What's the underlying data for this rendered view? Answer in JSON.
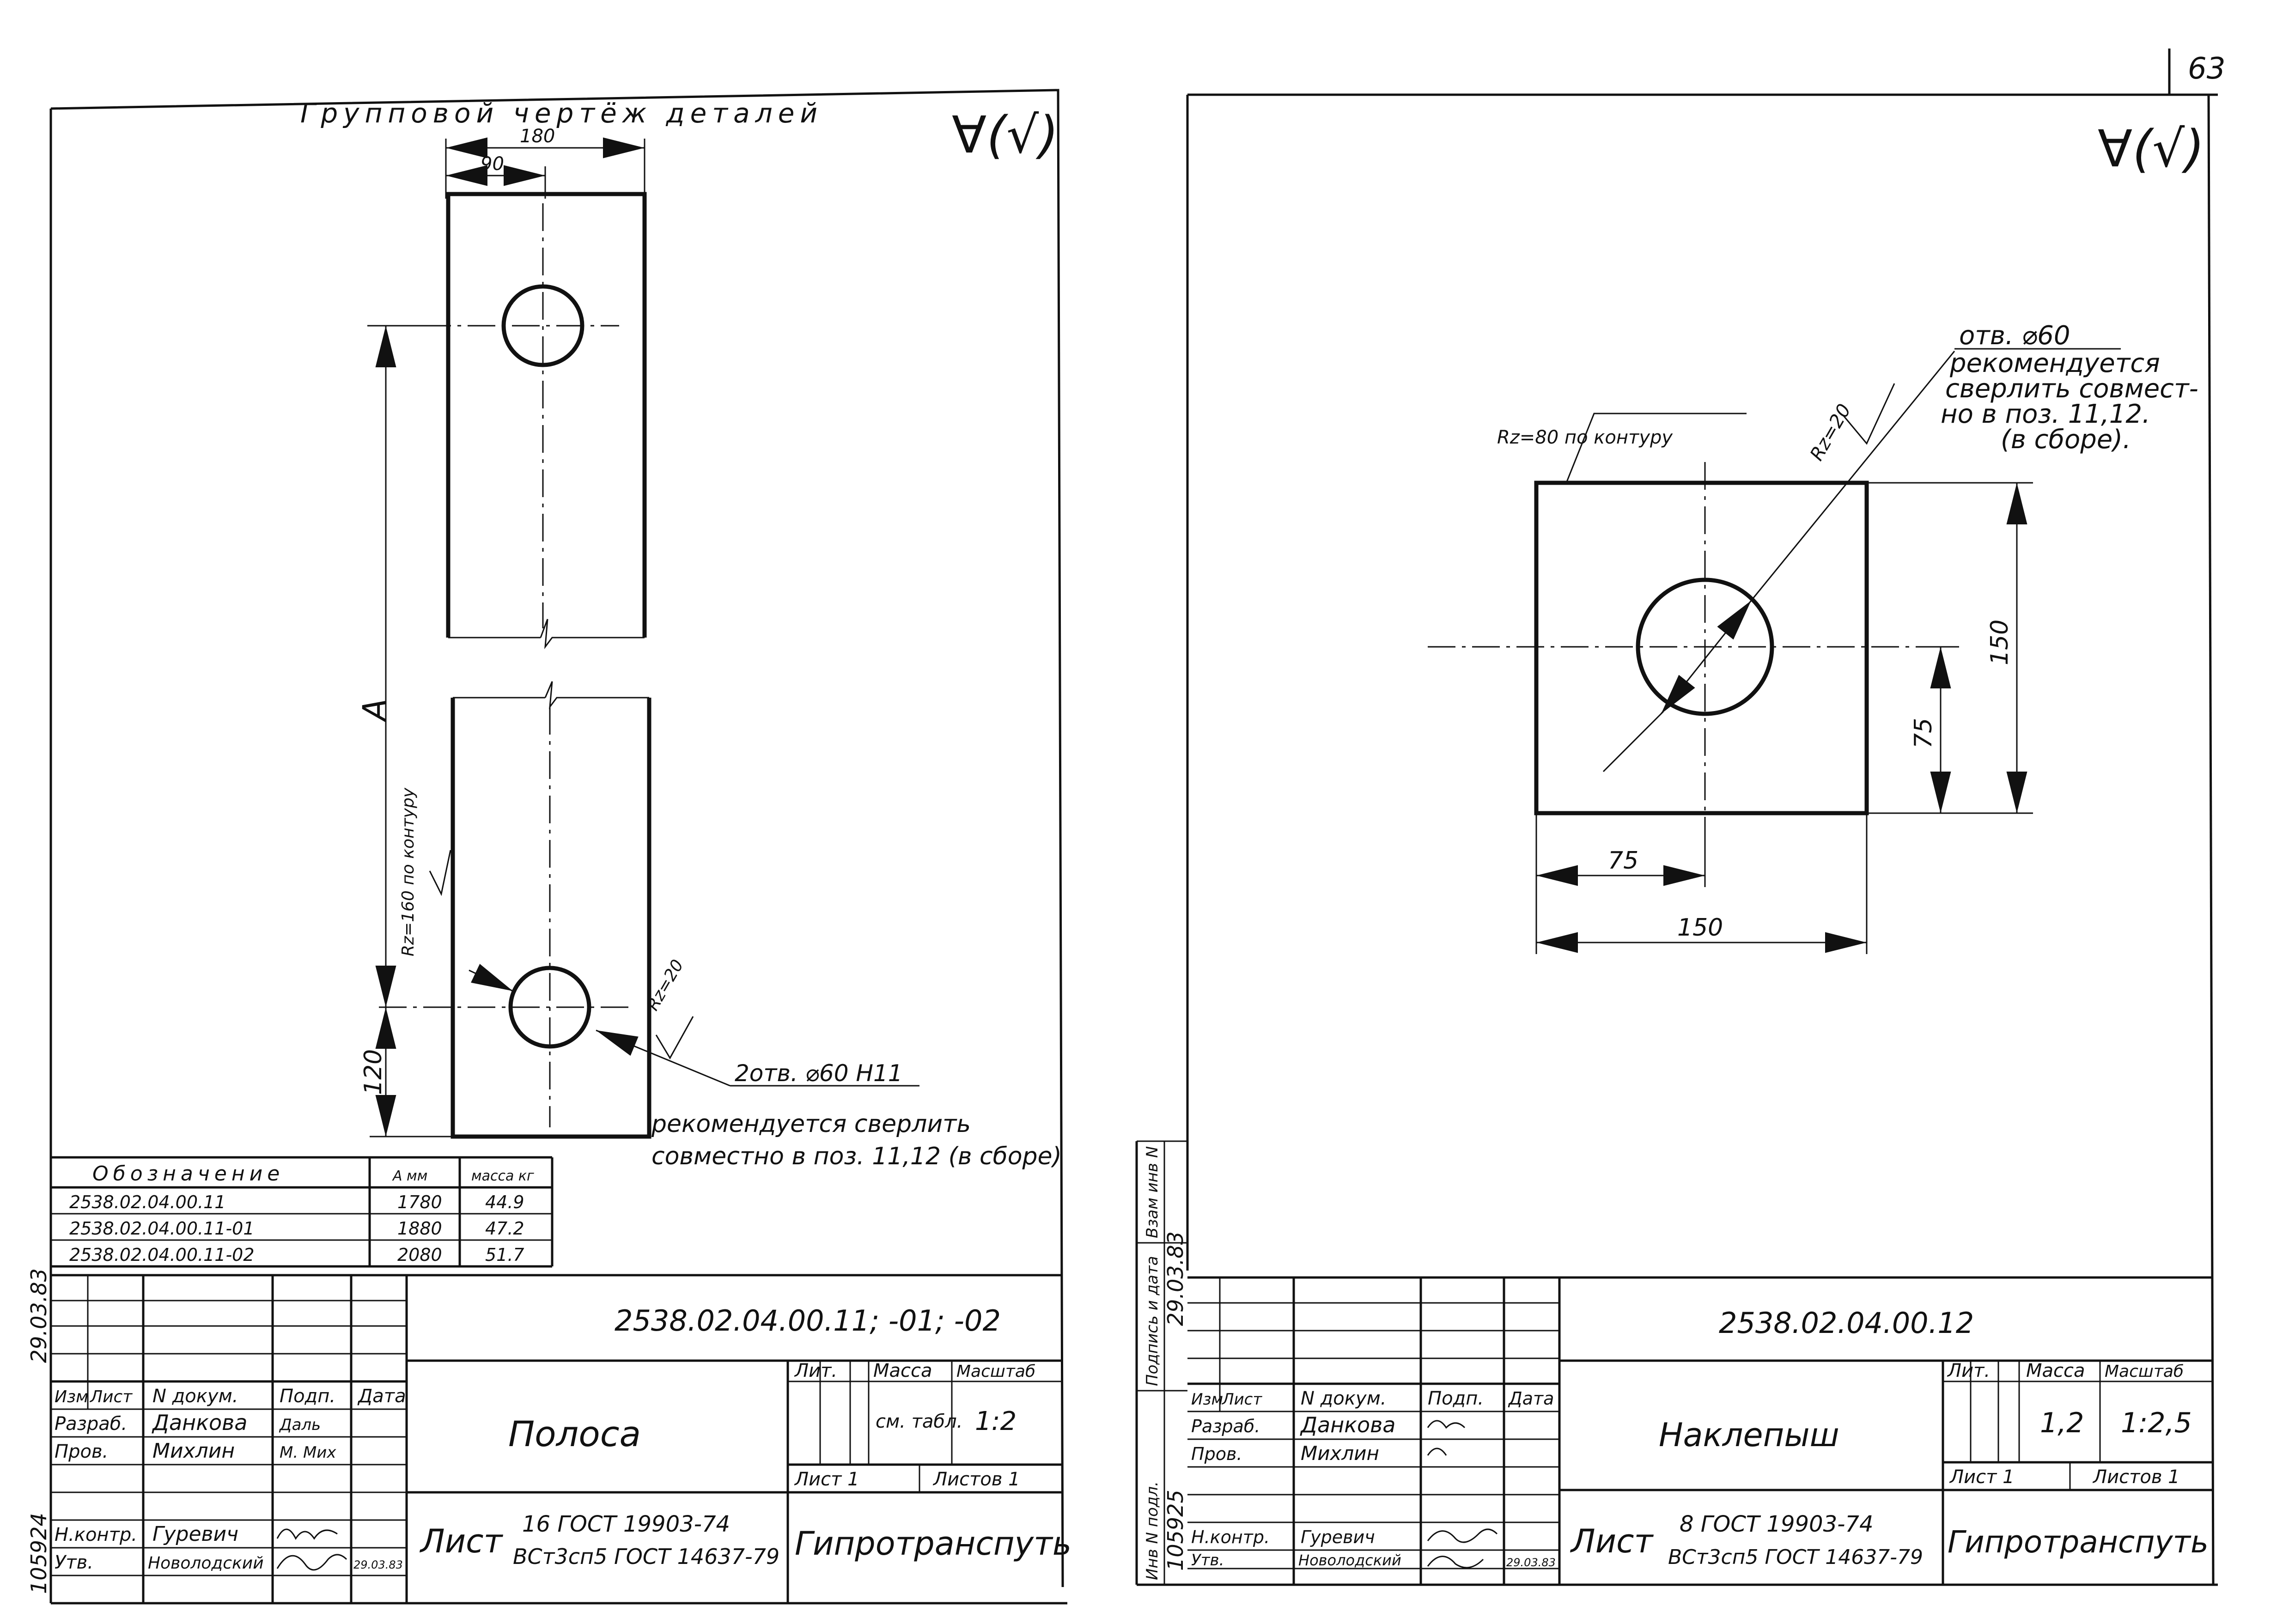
{
  "page_number": "63",
  "left": {
    "header": "Групповой чертёж деталей",
    "roughness": "∀(√)",
    "dims": {
      "width": "180",
      "half": "90",
      "length": "A",
      "edge": "120"
    },
    "roughness_contour": "Rz=160 по контуру",
    "roughness_hole": "Rz=20",
    "hole_callout": "2отв. ⌀60 H11",
    "note_line1": "рекомендуется сверлить",
    "note_line2": "совместно в поз. 11,12 (в сборе)",
    "spec_table": {
      "headers": [
        "Обозначение",
        "A мм",
        "масса кг"
      ],
      "rows": [
        [
          "2538.02.04.00.11",
          "1780",
          "44.9"
        ],
        [
          "2538.02.04.00.11-01",
          "1880",
          "47.2"
        ],
        [
          "2538.02.04.00.11-02",
          "2080",
          "51.7"
        ]
      ]
    },
    "title_block": {
      "designation": "2538.02.04.00.11; -01; -02",
      "name": "Полоса",
      "col_heads": [
        "Изм",
        "Лист",
        "N докум.",
        "Подп.",
        "Дата"
      ],
      "rows": [
        {
          "role": "Разраб.",
          "person": "Данкова",
          "sign": "Даль"
        },
        {
          "role": "Пров.",
          "person": "Михлин",
          "sign": "М. Мих"
        },
        {
          "role": "Н.контр.",
          "person": "Гуревич",
          "sign": ""
        },
        {
          "role": "Утв.",
          "person": "Новолодский",
          "sign": ""
        }
      ],
      "date": "29.03.83",
      "lit": "Лит.",
      "mass_label": "Масса",
      "scale_label": "Масштаб",
      "mass": "см. табл.",
      "scale": "1:2",
      "sheet": "Лист 1",
      "sheets": "Листов 1",
      "material_prefix": "Лист",
      "material_top": "16 ГОСТ 19903-74",
      "material_bottom": "ВСт3сп5 ГОСТ 14637-79",
      "org": "Гипротранспуть"
    },
    "side_stamp": {
      "number": "105924",
      "date": "29.03.83"
    }
  },
  "right": {
    "roughness": "∀(√)",
    "roughness_contour": "Rz=80 по контуру",
    "roughness_hole": "Rz=20",
    "hole_callout": "отв. ⌀60",
    "note_lines": [
      "рекомендуется",
      "сверлить совмест-",
      "но в поз. 11,12.",
      "(в сборе)."
    ],
    "dims": {
      "w_full": "150",
      "w_half": "75",
      "h_full": "150",
      "h_half": "75"
    },
    "side_labels": [
      "Инв N подл.",
      "Подпись и дата",
      "Взам инв N"
    ],
    "side_stamp": {
      "number": "105925",
      "date": "29.03.83"
    },
    "title_block": {
      "designation": "2538.02.04.00.12",
      "name": "Наклепыш",
      "col_heads": [
        "Изм",
        "Лист",
        "N докум.",
        "Подп.",
        "Дата"
      ],
      "rows": [
        {
          "role": "Разраб.",
          "person": "Данкова",
          "sign": ""
        },
        {
          "role": "Пров.",
          "person": "Михлин",
          "sign": ""
        },
        {
          "role": "Н.контр.",
          "person": "Гуревич",
          "sign": ""
        },
        {
          "role": "Утв.",
          "person": "Новолодский",
          "sign": ""
        }
      ],
      "date": "29.03.83",
      "lit": "Лит.",
      "mass_label": "Масса",
      "scale_label": "Масштаб",
      "mass": "1,2",
      "scale": "1:2,5",
      "sheet": "Лист 1",
      "sheets": "Листов 1",
      "material_prefix": "Лист",
      "material_top": "8 ГОСТ 19903-74",
      "material_bottom": "ВСт3сп5 ГОСТ 14637-79",
      "org": "Гипротранспуть"
    }
  }
}
